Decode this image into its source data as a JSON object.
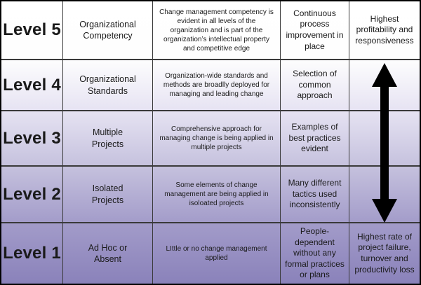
{
  "diagram": {
    "title_hint": "Change management maturity matrix",
    "rows": [
      {
        "level": "Level 5",
        "name": "Organizational Competency",
        "description": "Change management competency is evident in all levels of the organization and is part of the organization’s intellectual property and competitive edge",
        "outcome": "Continuous process improvement in place",
        "impact": "Highest profitability and responsiveness"
      },
      {
        "level": "Level 4",
        "name": "Organizational Standards",
        "description": "Organization-wide standards and methods are broadlly deployed for managing and leading change",
        "outcome": "Selection of common approach"
      },
      {
        "level": "Level 3",
        "name": "Multiple Projects",
        "description": "Comprehensive approach for managing change is being applied in multiple projects",
        "outcome": "Examples of best practices evident"
      },
      {
        "level": "Level 2",
        "name": "Isolated Projects",
        "description": "Some elements of change management are being applied in isoloated projects",
        "outcome": "Many different tactics used inconsistently"
      },
      {
        "level": "Level 1",
        "name": "Ad Hoc or Absent",
        "description": "LIttle or no change management applied",
        "outcome": "People-dependent without any formal practices or plans",
        "impact": "Highest rate of project failure, turnover and productivity loss"
      }
    ]
  },
  "icons": {
    "trend_arrow": "double-headed-vertical-arrow"
  },
  "colors": {
    "gradient_top": "#ffffff",
    "gradient_bottom": "#8a82ba",
    "grid_line": "#3a3a3a",
    "outer_border": "#000000",
    "arrow": "#000000",
    "text": "#1a1a1a"
  }
}
